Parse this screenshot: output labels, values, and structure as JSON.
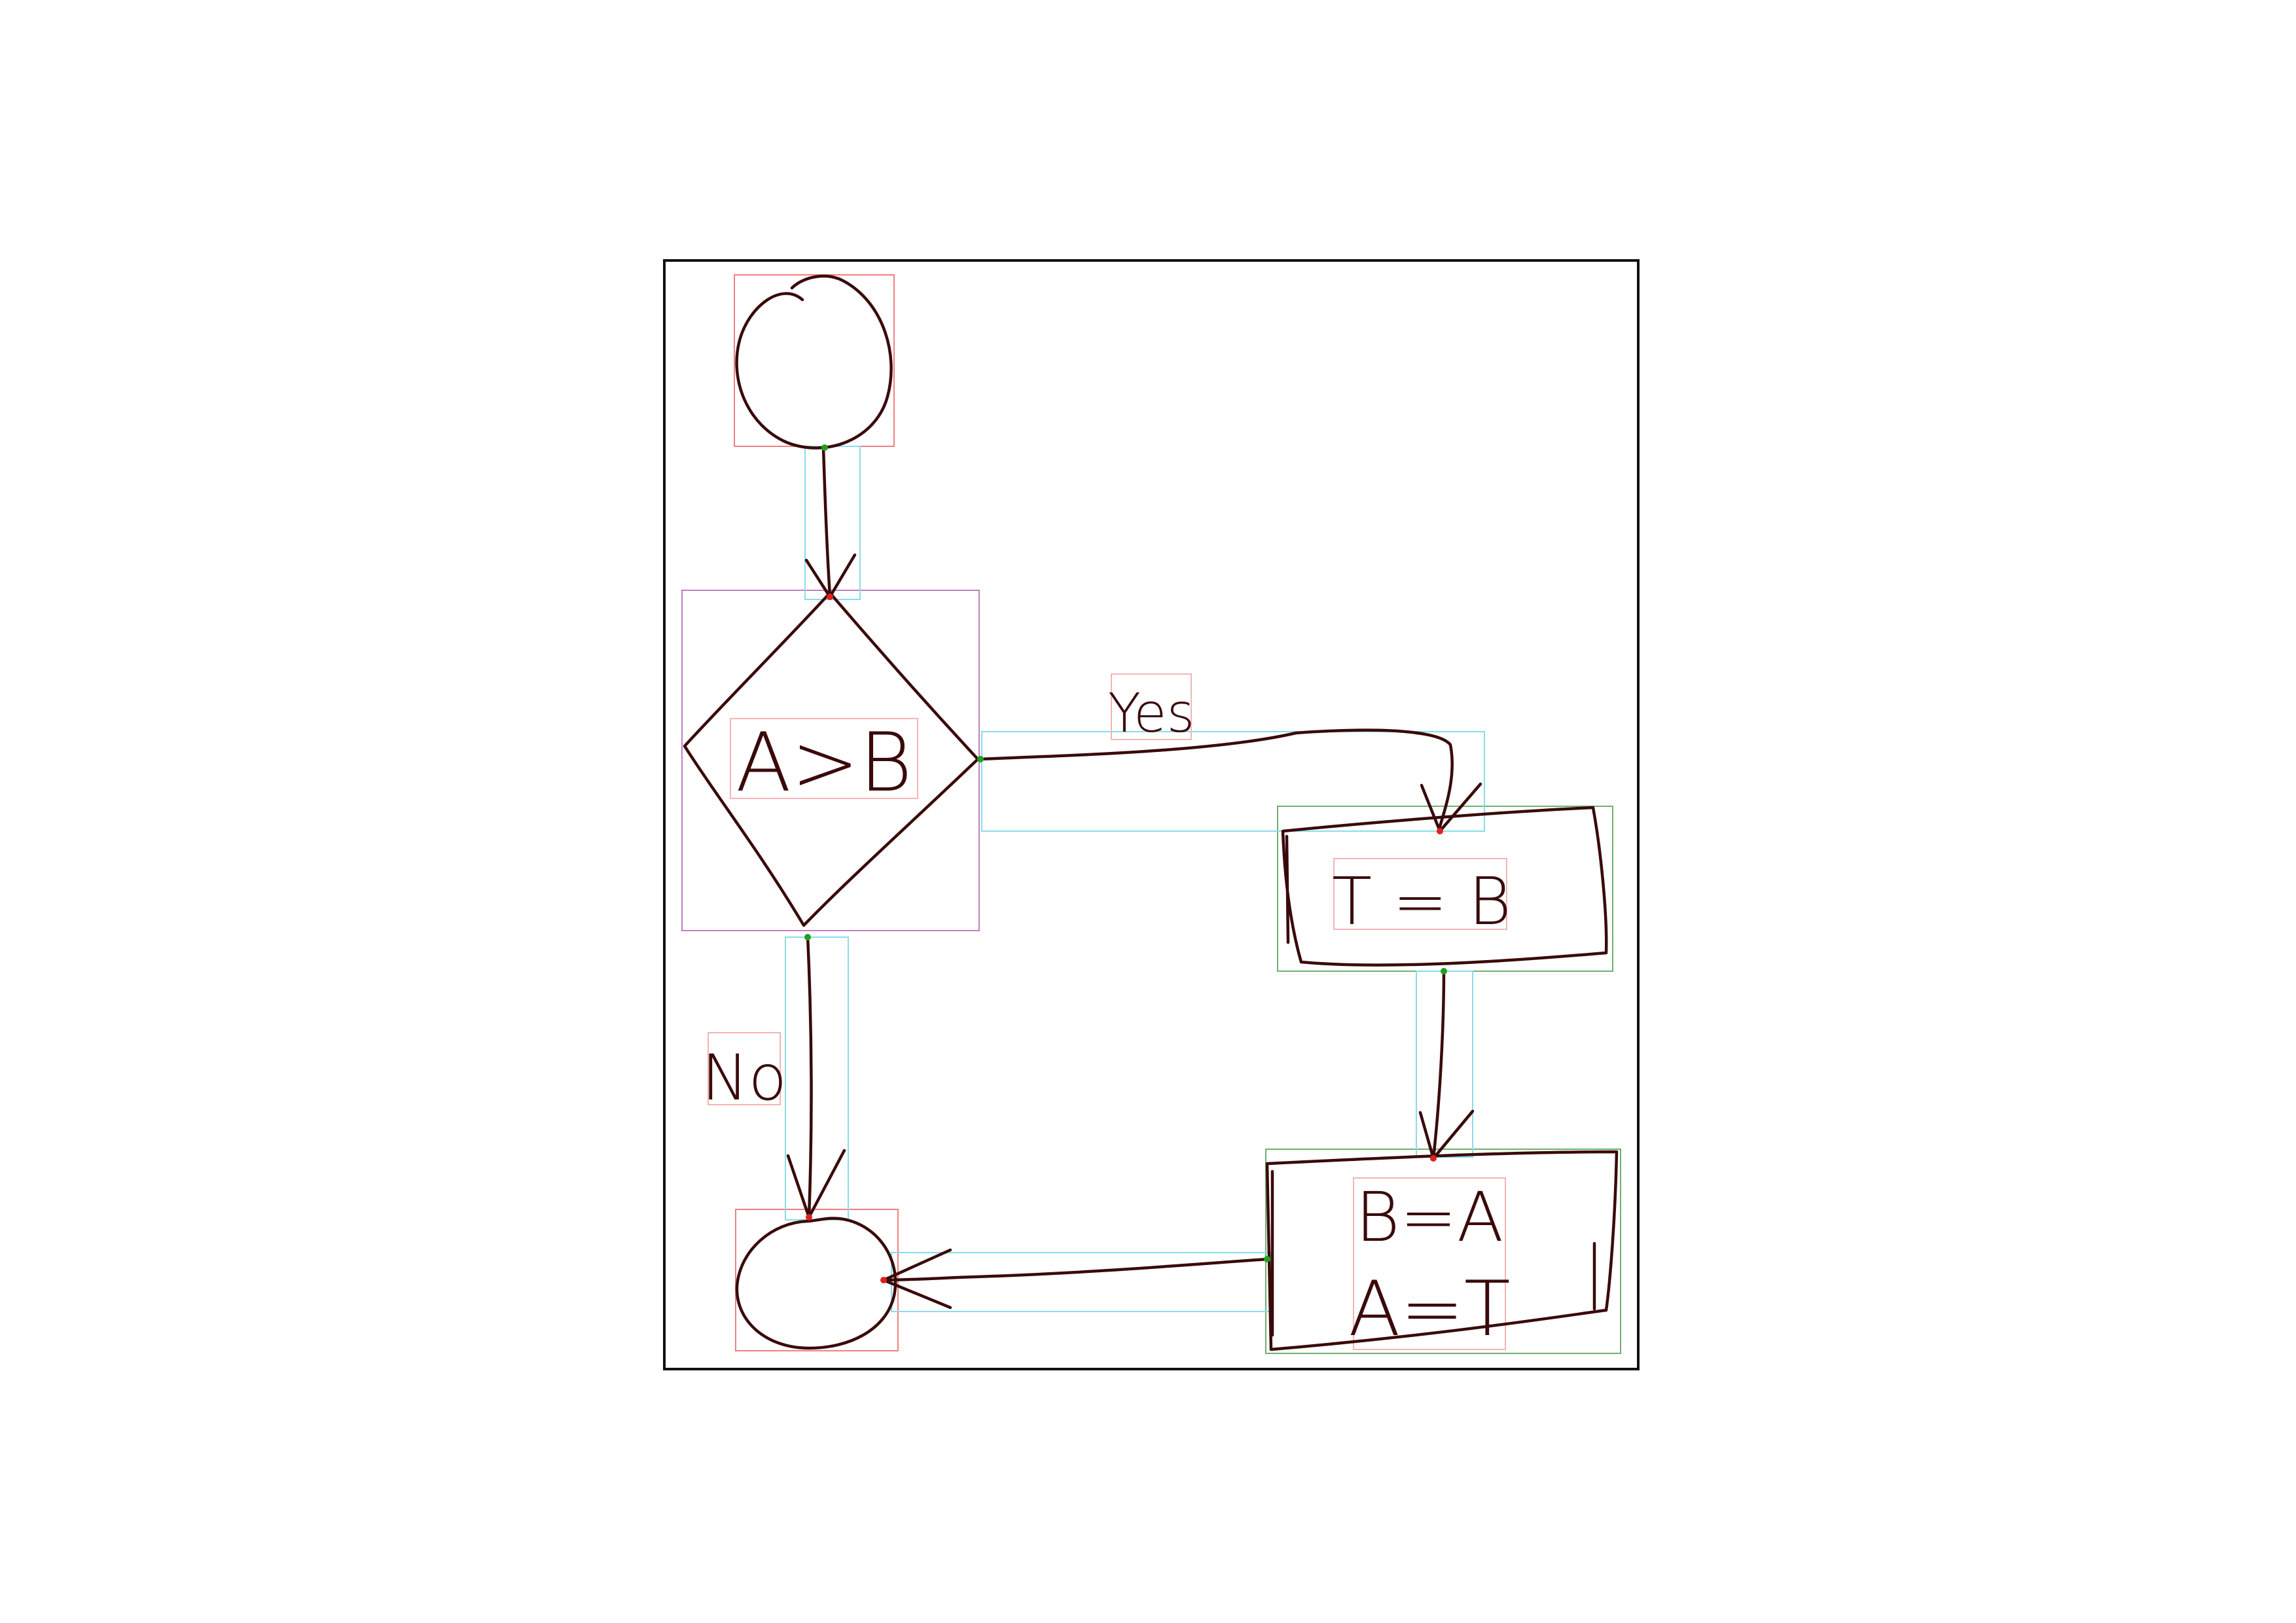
{
  "nodes": {
    "start": {
      "label": ""
    },
    "decision": {
      "label": "A>B"
    },
    "process_t": {
      "label": "T = B"
    },
    "process_swap": {
      "lines": [
        "B=A",
        "A=T"
      ]
    },
    "end": {
      "label": ""
    }
  },
  "edges": {
    "yes": {
      "label": "Yes"
    },
    "no": {
      "label": "No"
    }
  },
  "colors": {
    "ink": "#3a0a0a",
    "frame": "#111111",
    "box_terminal": "#f08080",
    "box_decision": "#c080c0",
    "box_process": "#70b070",
    "box_arrow": "#88dde8",
    "box_text": "#f4b4b4",
    "point_head": "#e02020",
    "point_tail": "#20a020"
  }
}
